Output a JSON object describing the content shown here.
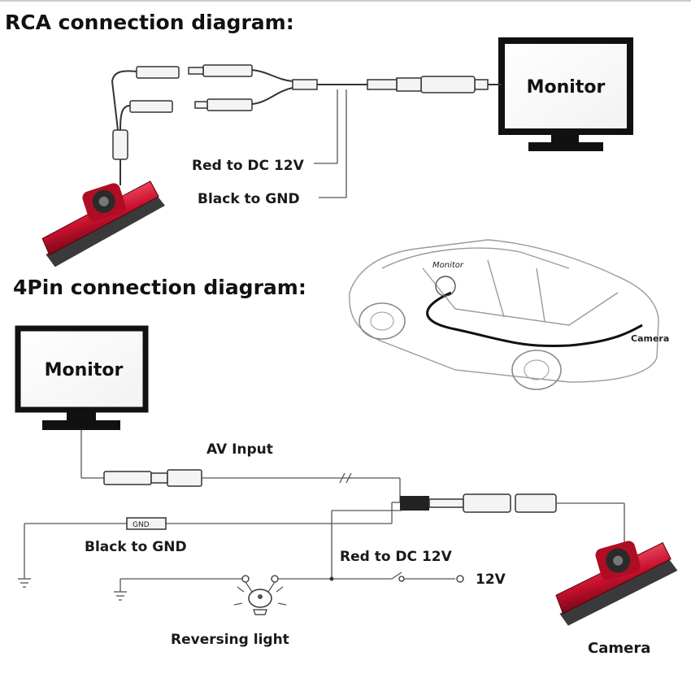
{
  "rca": {
    "heading": "RCA  connection diagram:",
    "monitor_label": "Monitor",
    "red_label": "Red to DC 12V",
    "black_label": "Black to GND"
  },
  "car": {
    "monitor_label": "Monitor",
    "camera_label": "Camera"
  },
  "fourpin": {
    "heading": "4Pin connection diagram:",
    "monitor_label": "Monitor",
    "av_label": "AV Input",
    "gnd_tag": "GND",
    "black_label": "Black to GND",
    "red_label": "Red to DC 12V",
    "v12_label": "12V",
    "reversing_label": "Reversing light",
    "camera_label": "Camera"
  },
  "colors": {
    "camera_red": "#c8102e",
    "camera_housing": "#3a3a3a",
    "wire": "#333333"
  }
}
